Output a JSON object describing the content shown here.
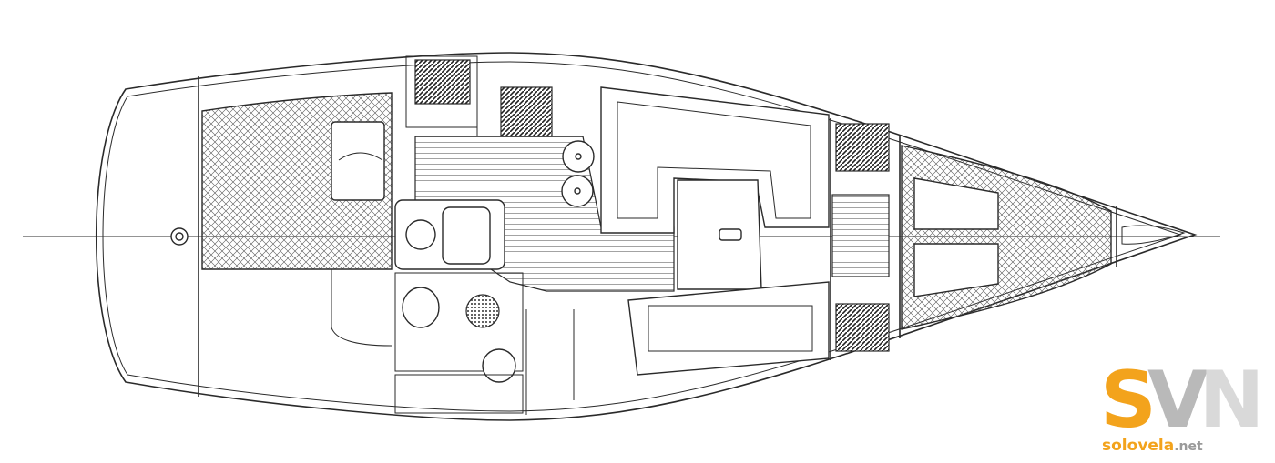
{
  "logo": {
    "letters": [
      "S",
      "V",
      "N"
    ],
    "wordmark": {
      "solo": "solo",
      "vela": "vela",
      "net": ".net"
    },
    "colors": {
      "accent": "#f3a31c",
      "grey": "#9a9a9a",
      "light_grey": "#d9d9d9"
    }
  },
  "drawing": {
    "line_color": "#2a2a2a",
    "background": "#ffffff"
  }
}
